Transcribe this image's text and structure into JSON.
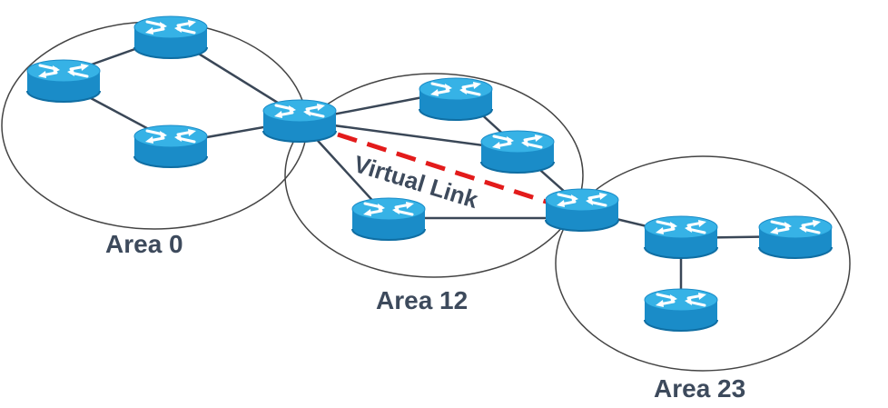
{
  "areas": [
    {
      "id": "area-0",
      "label": "Area 0"
    },
    {
      "id": "area-12",
      "label": "Area 12"
    },
    {
      "id": "area-23",
      "label": "Area 23"
    }
  ],
  "virtual_link": {
    "label": "Virtual Link",
    "color": "#e31b1b"
  },
  "colors": {
    "router_top": "#36b2e6",
    "router_body": "#1a8cc8",
    "router_bottom": "#0f6ea3",
    "link": "#3a4757",
    "area_border": "#444444",
    "label": "#3d4a5c"
  },
  "routers": [
    {
      "id": "r1",
      "icon": "router-icon"
    },
    {
      "id": "r2",
      "icon": "router-icon"
    },
    {
      "id": "r3",
      "icon": "router-icon"
    },
    {
      "id": "r4",
      "icon": "router-icon"
    },
    {
      "id": "r5",
      "icon": "router-icon"
    },
    {
      "id": "r6",
      "icon": "router-icon"
    },
    {
      "id": "r7",
      "icon": "router-icon"
    },
    {
      "id": "r8",
      "icon": "router-icon"
    },
    {
      "id": "r9",
      "icon": "router-icon"
    },
    {
      "id": "r10",
      "icon": "router-icon"
    },
    {
      "id": "r11",
      "icon": "router-icon"
    }
  ]
}
